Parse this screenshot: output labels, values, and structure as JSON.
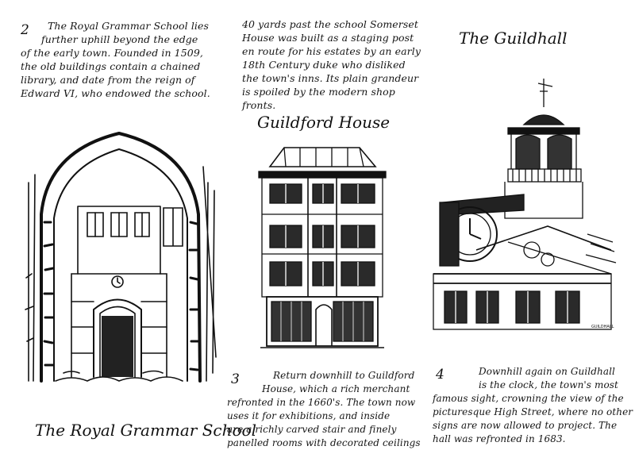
{
  "section2": {
    "number": "2",
    "lines": [
      "The Royal Grammar School lies",
      "further uphill beyond the edge",
      "of the early town. Founded in 1509,",
      "the old buildings contain a chained",
      "library, and date from the reign of",
      "Edward VI, who endowed the school."
    ]
  },
  "guildford_para": {
    "lines": [
      "40 yards past the school Somerset",
      "House was built as a staging post",
      "en route for his estates by an early",
      "18th Century duke who disliked",
      "the town's inns. Its plain grandeur",
      "is spoiled by the modern shop",
      "fronts."
    ]
  },
  "titles": {
    "guildhall": "The Guildhall",
    "guildford_house": "Guildford House",
    "grammar_school": "The Royal Grammar School"
  },
  "section3": {
    "number": "3",
    "lines": [
      "Return downhill to Guildford",
      "House, which a rich merchant",
      "refronted in the 1660's. The town now",
      "uses it for exhibitions, and inside",
      "are a richly carved stair and finely",
      "panelled rooms with decorated ceilings"
    ]
  },
  "section4": {
    "number": "4",
    "lines": [
      "Downhill again on Guildhall",
      "is the clock, the town's most",
      "famous sight, crowning the view of the",
      "picturesque High Street, where no other",
      "signs are now allowed to project. The",
      "hall was refronted in 1683."
    ]
  },
  "sign_text": "GUILDHALL"
}
